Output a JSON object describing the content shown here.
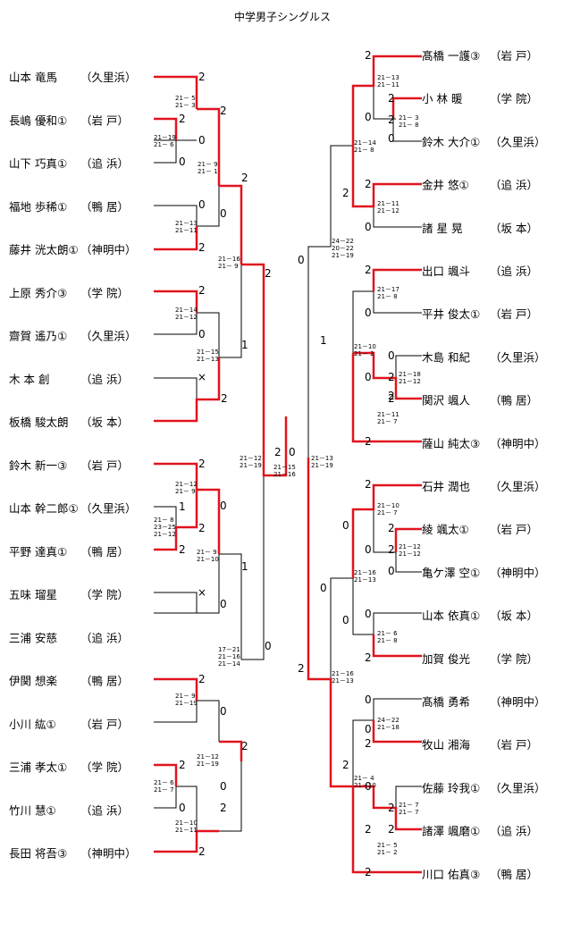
{
  "title": "中学男子シングルス",
  "left_players": [
    {
      "name": "山本 竜馬",
      "school": "久里浜"
    },
    {
      "name": "長嶋 優和①",
      "school": "岩 戸"
    },
    {
      "name": "山下 巧真①",
      "school": "追 浜"
    },
    {
      "name": "福地 歩稀①",
      "school": "鴨 居"
    },
    {
      "name": "藤井 洸太朗①",
      "school": "神明中"
    },
    {
      "name": "上原 秀介③",
      "school": "学 院"
    },
    {
      "name": "齋賀 遙乃①",
      "school": "久里浜"
    },
    {
      "name": "木 本 創",
      "school": "追 浜"
    },
    {
      "name": "板橋 駿太朗",
      "school": "坂 本"
    },
    {
      "name": "鈴木 新一③",
      "school": "岩 戸"
    },
    {
      "name": "山本 幹二郎①",
      "school": "久里浜"
    },
    {
      "name": "平野 達真①",
      "school": "鴨 居"
    },
    {
      "name": "五味 瑠星",
      "school": "学 院"
    },
    {
      "name": "三浦 安慈",
      "school": "追 浜"
    },
    {
      "name": "伊関 想楽",
      "school": "鴨 居"
    },
    {
      "name": "小川 紘①",
      "school": "岩 戸"
    },
    {
      "name": "三浦 孝太①",
      "school": "学 院"
    },
    {
      "name": "竹川 慧①",
      "school": "追 浜"
    },
    {
      "name": "長田 将吾③",
      "school": "神明中"
    }
  ],
  "right_players": [
    {
      "name": "髙橋 一護③",
      "school": "岩 戸"
    },
    {
      "name": "小 林 暖",
      "school": "学 院"
    },
    {
      "name": "鈴木 大介①",
      "school": "久里浜"
    },
    {
      "name": "金井 悠①",
      "school": "追 浜"
    },
    {
      "name": "諸 星 晃",
      "school": "坂 本"
    },
    {
      "name": "出口 颯斗",
      "school": "追 浜"
    },
    {
      "name": "平井 俊太①",
      "school": "岩 戸"
    },
    {
      "name": "木島 和紀",
      "school": "久里浜"
    },
    {
      "name": "関沢 颯人",
      "school": "鴨 居"
    },
    {
      "name": "薩山 純太③",
      "school": "神明中"
    },
    {
      "name": "石井 潤也",
      "school": "久里浜"
    },
    {
      "name": "綾 颯太①",
      "school": "岩 戸"
    },
    {
      "name": "亀ケ澤 空①",
      "school": "神明中"
    },
    {
      "name": "山本 依真①",
      "school": "坂 本"
    },
    {
      "name": "加賀 俊光",
      "school": "学 院"
    },
    {
      "name": "髙橋 勇希",
      "school": "神明中"
    },
    {
      "name": "牧山 湘海",
      "school": "岩 戸"
    },
    {
      "name": "佐藤 玲我①",
      "school": "久里浜"
    },
    {
      "name": "諸澤 颯磨①",
      "school": "追 浜"
    },
    {
      "name": "川口 佑真③",
      "school": "鴨 居"
    }
  ],
  "results": {
    "L01": "2",
    "L02": "2",
    "L03": "0",
    "L04": "0",
    "L05": "2",
    "L06": "2",
    "L07": "0",
    "L08": "×",
    "L09": "2",
    "L10": "2",
    "L11": "1",
    "L12": "2",
    "L13": "×",
    "L14": "0",
    "L15": "2",
    "L16": "0",
    "L17": "2",
    "L18": "0",
    "L19": "2",
    "M_a": "0",
    "M_b": "2",
    "M_c": "2",
    "M_d": "0",
    "Q_a": "2",
    "Q_b": "0",
    "Q_c": "1",
    "Q_d": "0",
    "Q_e": "2",
    "Q_f": "2",
    "S_a": "2",
    "S_b": "1",
    "S_c": "0",
    "F_l": "2",
    "F_r": "0",
    "R01": "2",
    "R02": "2",
    "R03": "0",
    "R04": "2",
    "R05": "0",
    "R06": "2",
    "R07": "0",
    "R08": "0",
    "R09": "2",
    "R10": "2",
    "R11": "2",
    "R12": "2",
    "R13": "0",
    "R14": "0",
    "R15": "2",
    "R16": "0",
    "R17": "2",
    "R18": "0",
    "R19": "2",
    "R20": "2",
    "RM_a": "0",
    "RM_b": "2",
    "RM_c": "2",
    "RM_d": "0",
    "RM_e": "0",
    "RM_f": "2",
    "RM_g": "0",
    "RM_h": "2",
    "RM_i": "2",
    "RM_j": "2",
    "RQ_a": "2",
    "RQ_b": "0",
    "RQ_c": "1",
    "RQ_d": "0",
    "RQ_e": "0",
    "RQ_f": "2",
    "RS_a": "0",
    "RS_b": "2"
  },
  "scores": {
    "s_a": [
      "21－ 5",
      "21－ 3"
    ],
    "s_b": [
      "21－19",
      "21－ 6"
    ],
    "s_c": [
      "21－ 9",
      "21－ 1"
    ],
    "s_d": [
      "21－13",
      "21－11"
    ],
    "s_e": [
      "21－16",
      "21－ 9"
    ],
    "s_f": [
      "21－14",
      "21－12"
    ],
    "s_g": [
      "21－15",
      "21－13"
    ],
    "s_h": [
      "21－12",
      "21－ 9"
    ],
    "s_i": [
      "21－ 8",
      "23－25",
      "21－12"
    ],
    "s_j": [
      "21－ 9",
      "21－10"
    ],
    "s_k": [
      "17－21",
      "21－16",
      "21－14"
    ],
    "s_l": [
      "21－ 9",
      "21－19"
    ],
    "s_m": [
      "21－12",
      "21－19"
    ],
    "s_n": [
      "21－ 6",
      "21－ 7"
    ],
    "s_o": [
      "21－10",
      "21－11"
    ],
    "s_p": [
      "21－12",
      "21－19"
    ],
    "s_q": [
      "21－15",
      "21－16"
    ],
    "s_r": [
      "21－13",
      "21－19"
    ],
    "r_a": [
      "21－13",
      "21－11"
    ],
    "r_b": [
      "21－ 3",
      "21－ 8"
    ],
    "r_c": [
      "21－14",
      "21－ 8"
    ],
    "r_d": [
      "21－11",
      "21－12"
    ],
    "r_e": [
      "24－22",
      "20－22",
      "21－19"
    ],
    "r_f": [
      "21－17",
      "21－ 8"
    ],
    "r_g": [
      "21－10",
      "21－ 2"
    ],
    "r_h": [
      "21－18",
      "21－12"
    ],
    "r_i": [
      "21－11",
      "21－ 7"
    ],
    "r_j": [
      "21－10",
      "21－ 7"
    ],
    "r_k": [
      "21－12",
      "21－12"
    ],
    "r_l": [
      "21－16",
      "21－13"
    ],
    "r_m": [
      "21－ 6",
      "21－ 8"
    ],
    "r_n": [
      "21－16",
      "21－13"
    ],
    "r_o": [
      "24－22",
      "21－18"
    ],
    "r_p": [
      "21－ 4",
      "21－10"
    ],
    "r_q": [
      "21－ 7",
      "21－ 7"
    ],
    "r_r": [
      "21－ 5",
      "21－ 2"
    ]
  },
  "colors": {
    "win_line": "#e0141e",
    "line": "#000000"
  }
}
